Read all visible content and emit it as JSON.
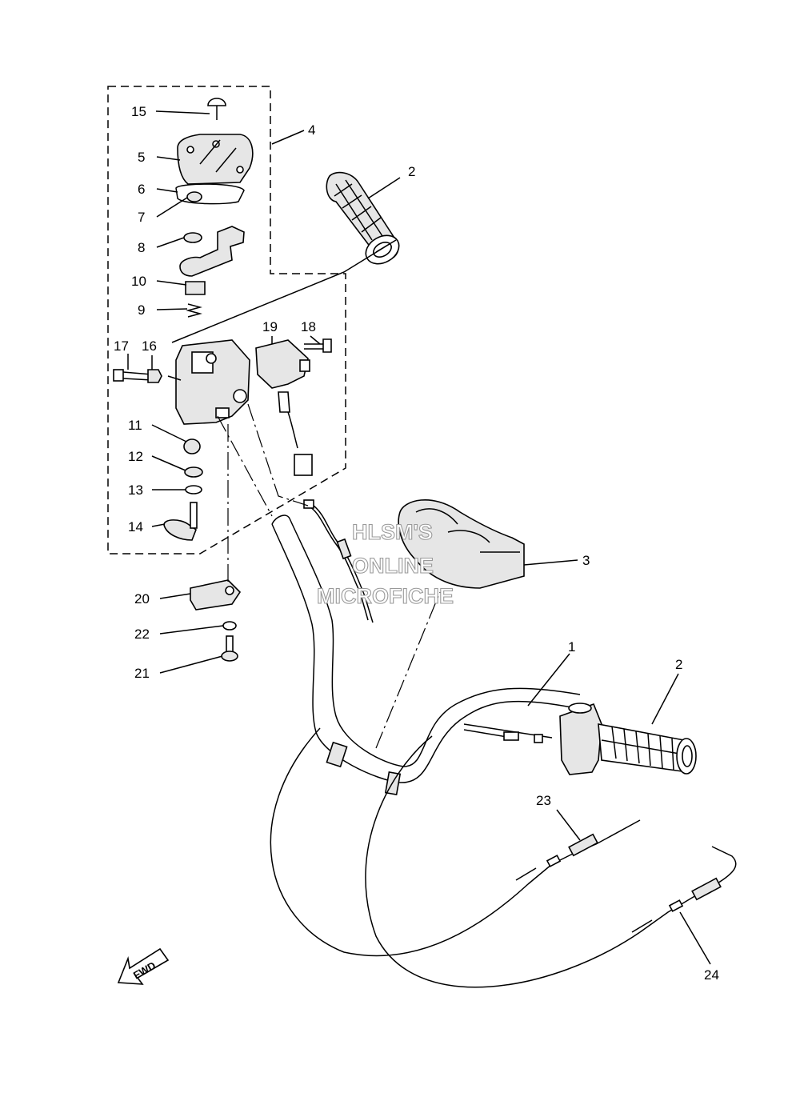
{
  "watermark": {
    "line1": "HLSM'S",
    "line2": "ONLINE",
    "line3": "MICROFICHE"
  },
  "direction_marker": "FWD",
  "callouts": {
    "c1": "1",
    "c2a": "2",
    "c2b": "2",
    "c3": "3",
    "c4": "4",
    "c5": "5",
    "c6": "6",
    "c7": "7",
    "c8": "8",
    "c9": "9",
    "c10": "10",
    "c11": "11",
    "c12": "12",
    "c13": "13",
    "c14": "14",
    "c15": "15",
    "c16": "16",
    "c17": "17",
    "c18": "18",
    "c19": "19",
    "c20": "20",
    "c21": "21",
    "c22": "22",
    "c23": "23",
    "c24": "24"
  }
}
